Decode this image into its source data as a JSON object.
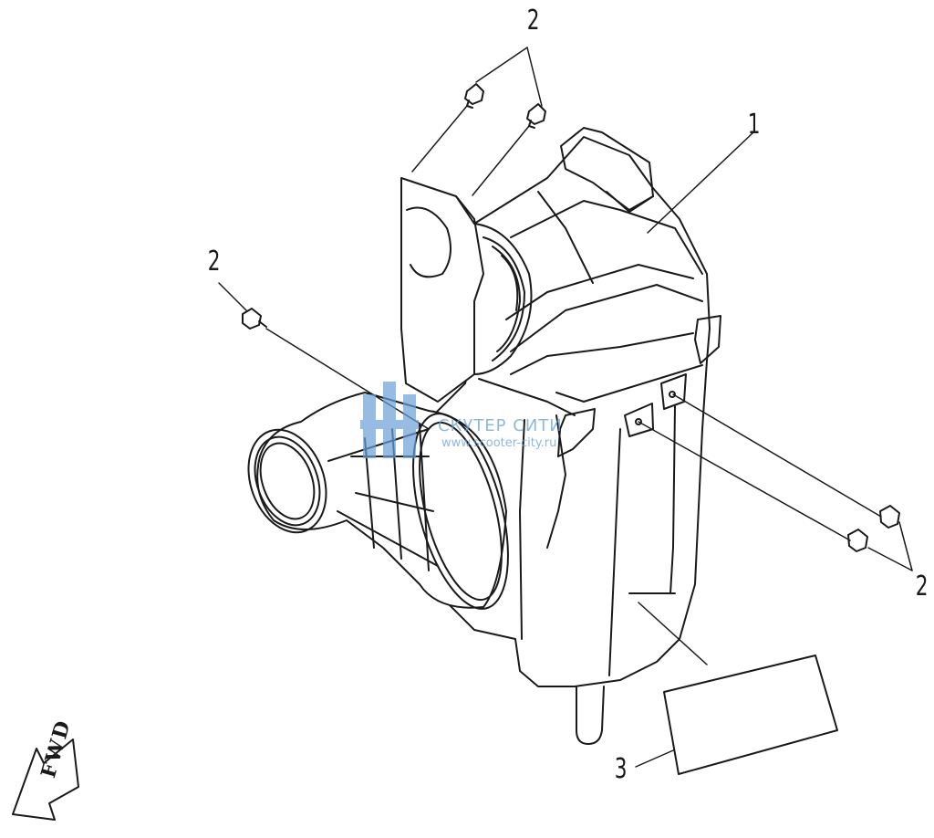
{
  "callouts": {
    "c1": "1",
    "c2_top": "2",
    "c2_left": "2",
    "c2_right": "2",
    "c3": "3"
  },
  "direction_arrow": "FWD",
  "watermark": {
    "name": "СКУТЕР СИТИ",
    "url": "www.scooter-city.ru"
  },
  "colors": {
    "line": "#1a1a1a",
    "watermark": "#6aa0d8"
  }
}
